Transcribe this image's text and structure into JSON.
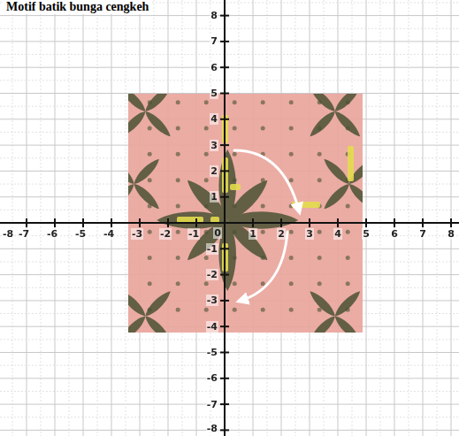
{
  "diagram": {
    "title": "Motif batik bunga cengkeh",
    "labels": [
      "-8",
      "-7",
      "-6",
      "-5",
      "-4",
      "-3",
      "-2",
      "-1",
      "0",
      "1",
      "2",
      "3",
      "4",
      "5",
      "6",
      "7",
      "8",
      "8",
      "7",
      "6",
      "5",
      "4",
      "3",
      "2",
      "1",
      "-1",
      "-2",
      "-3",
      "-4",
      "-5",
      "-6",
      "-7",
      "-8"
    ]
  }
}
